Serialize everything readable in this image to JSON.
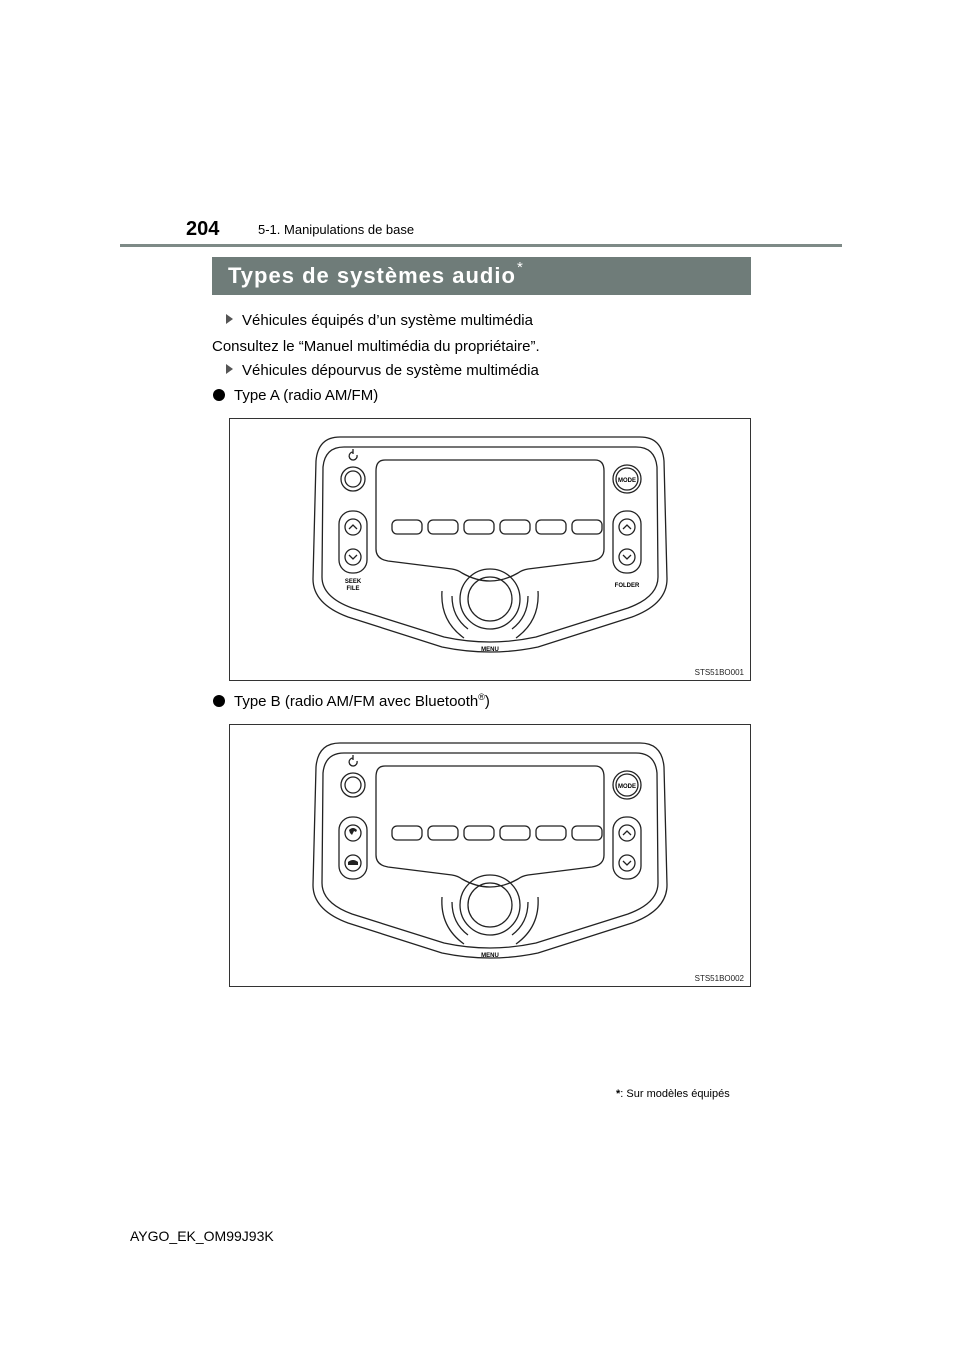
{
  "header": {
    "page_number": "204",
    "section": "5-1. Manipulations de base"
  },
  "title": {
    "text": "Types de systèmes audio",
    "marker": "*"
  },
  "content": {
    "item1": "Véhicules équipés d’un système multimédia",
    "para1": "Consultez le “Manuel multimédia du propriétaire”.",
    "item2": "Véhicules dépourvus de système multimédia",
    "bullet_a": "Type A (radio AM/FM)",
    "bullet_b_prefix": "Type B (radio AM/FM avec Bluetooth",
    "bullet_b_reg": "®",
    "bullet_b_suffix": ")"
  },
  "figure_a": {
    "code": "STS51BO001",
    "labels": {
      "mode": "MODE",
      "seek": "SEEK",
      "file": "FILE",
      "folder": "FOLDER",
      "menu": "MENU"
    }
  },
  "figure_b": {
    "code": "STS51BO002",
    "labels": {
      "mode": "MODE",
      "menu": "MENU"
    }
  },
  "footnote": {
    "marker": "*",
    "text": ": Sur modèles équipés"
  },
  "footer": {
    "code": "AYGO_EK_OM99J93K"
  }
}
